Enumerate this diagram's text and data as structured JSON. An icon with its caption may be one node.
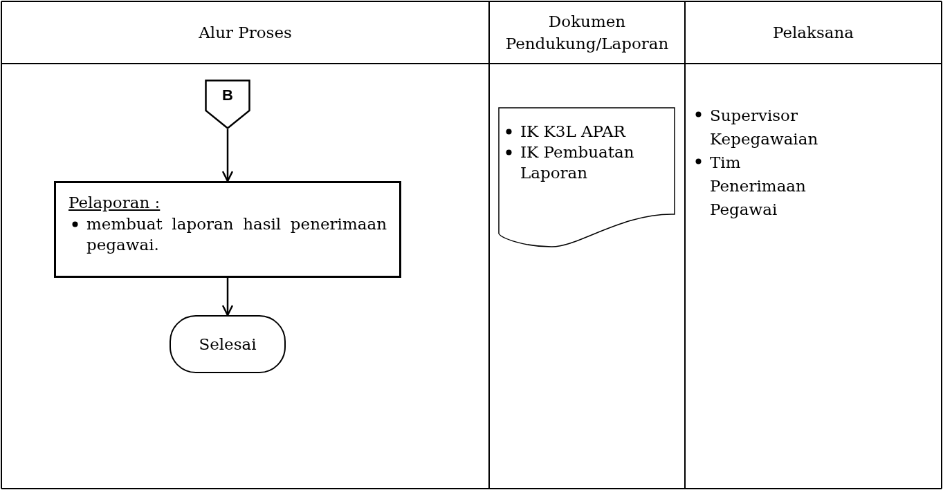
{
  "diagram": {
    "nodes": [
      {
        "text": [
          "B"
        ]
      },
      {
        "text": [
          "Pelaporan :",
          "membuat laporan hasil penerimaan pegawai."
        ]
      },
      {
        "text": [
          "Selesai"
        ]
      },
      {
        "text": [
          "IK K3L APAR",
          "IK Pembuatan Laporan"
        ]
      }
    ],
    "edges": [
      {
        "from": 0,
        "to": 1,
        "arrow": "to"
      },
      {
        "from": 1,
        "to": 2,
        "arrow": "to"
      }
    ],
    "labels": [
      "Alur Proses",
      "Dokumen Pendukung/Laporan",
      "Pelaksana",
      "Supervisor Kepegawaian",
      "Tim Penerimaan Pegawai"
    ]
  }
}
